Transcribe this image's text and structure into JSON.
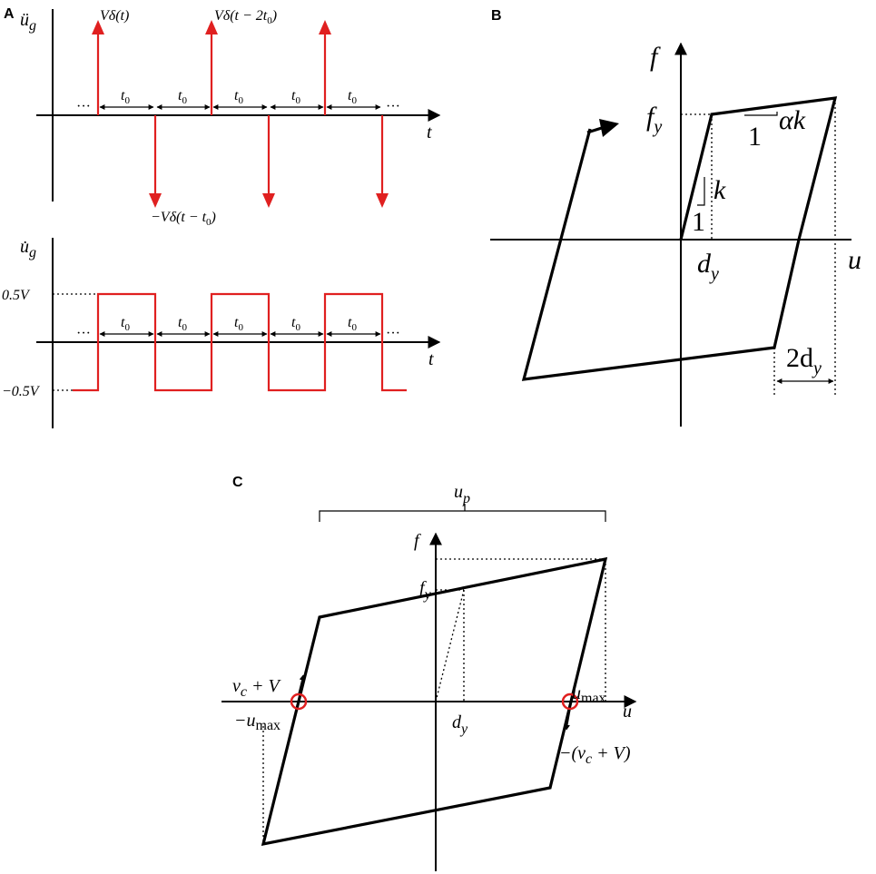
{
  "panels": {
    "a": {
      "letter": "A",
      "top": {
        "ylabel": "ü",
        "ylabel_sub": "g",
        "xlabel": "t",
        "impulse_pos_label_1": "Vδ(t)",
        "impulse_pos_label_2": "Vδ(t − 2t",
        "impulse_pos_label_2_sub": "0",
        "impulse_pos_label_2_close": ")",
        "impulse_neg_label": "−Vδ(t − t",
        "impulse_neg_label_sub": "0",
        "impulse_neg_label_close": ")",
        "interval_label": "t",
        "interval_sub": "0",
        "ellipsis": "···"
      },
      "bottom": {
        "ylabel": "u̇",
        "ylabel_sub": "g",
        "xlabel": "t",
        "level_high": "0.5V",
        "level_low": "−0.5V",
        "interval_label": "t",
        "interval_sub": "0",
        "ellipsis": "···"
      }
    },
    "b": {
      "letter": "B",
      "ylabel": "f",
      "xlabel": "u",
      "yield_force": "f",
      "yield_force_sub": "y",
      "yield_disp": "d",
      "yield_disp_sub": "y",
      "stiffness": "k",
      "post_stiffness": "αk",
      "one_a": "1",
      "one_b": "1",
      "span_label": "2d",
      "span_sub": "y"
    },
    "c": {
      "letter": "C",
      "ylabel": "f",
      "xlabel": "u",
      "plastic_label": "u",
      "plastic_sub": "p",
      "yield_force": "f",
      "yield_force_sub": "y",
      "yield_disp": "d",
      "yield_disp_sub": "y",
      "umax_label": "u",
      "umax_sub": "max",
      "neg_umax_label": "−u",
      "neg_umax_sub": "max",
      "vel_pos_label": "v",
      "vel_pos_sub": "c",
      "vel_pos_rest": " + V",
      "vel_neg_label_open": "−(v",
      "vel_neg_sub": "c",
      "vel_neg_rest": " + V)"
    }
  },
  "colors": {
    "excitation": "#e02020",
    "loop": "#000000",
    "marker": "#e02020"
  }
}
